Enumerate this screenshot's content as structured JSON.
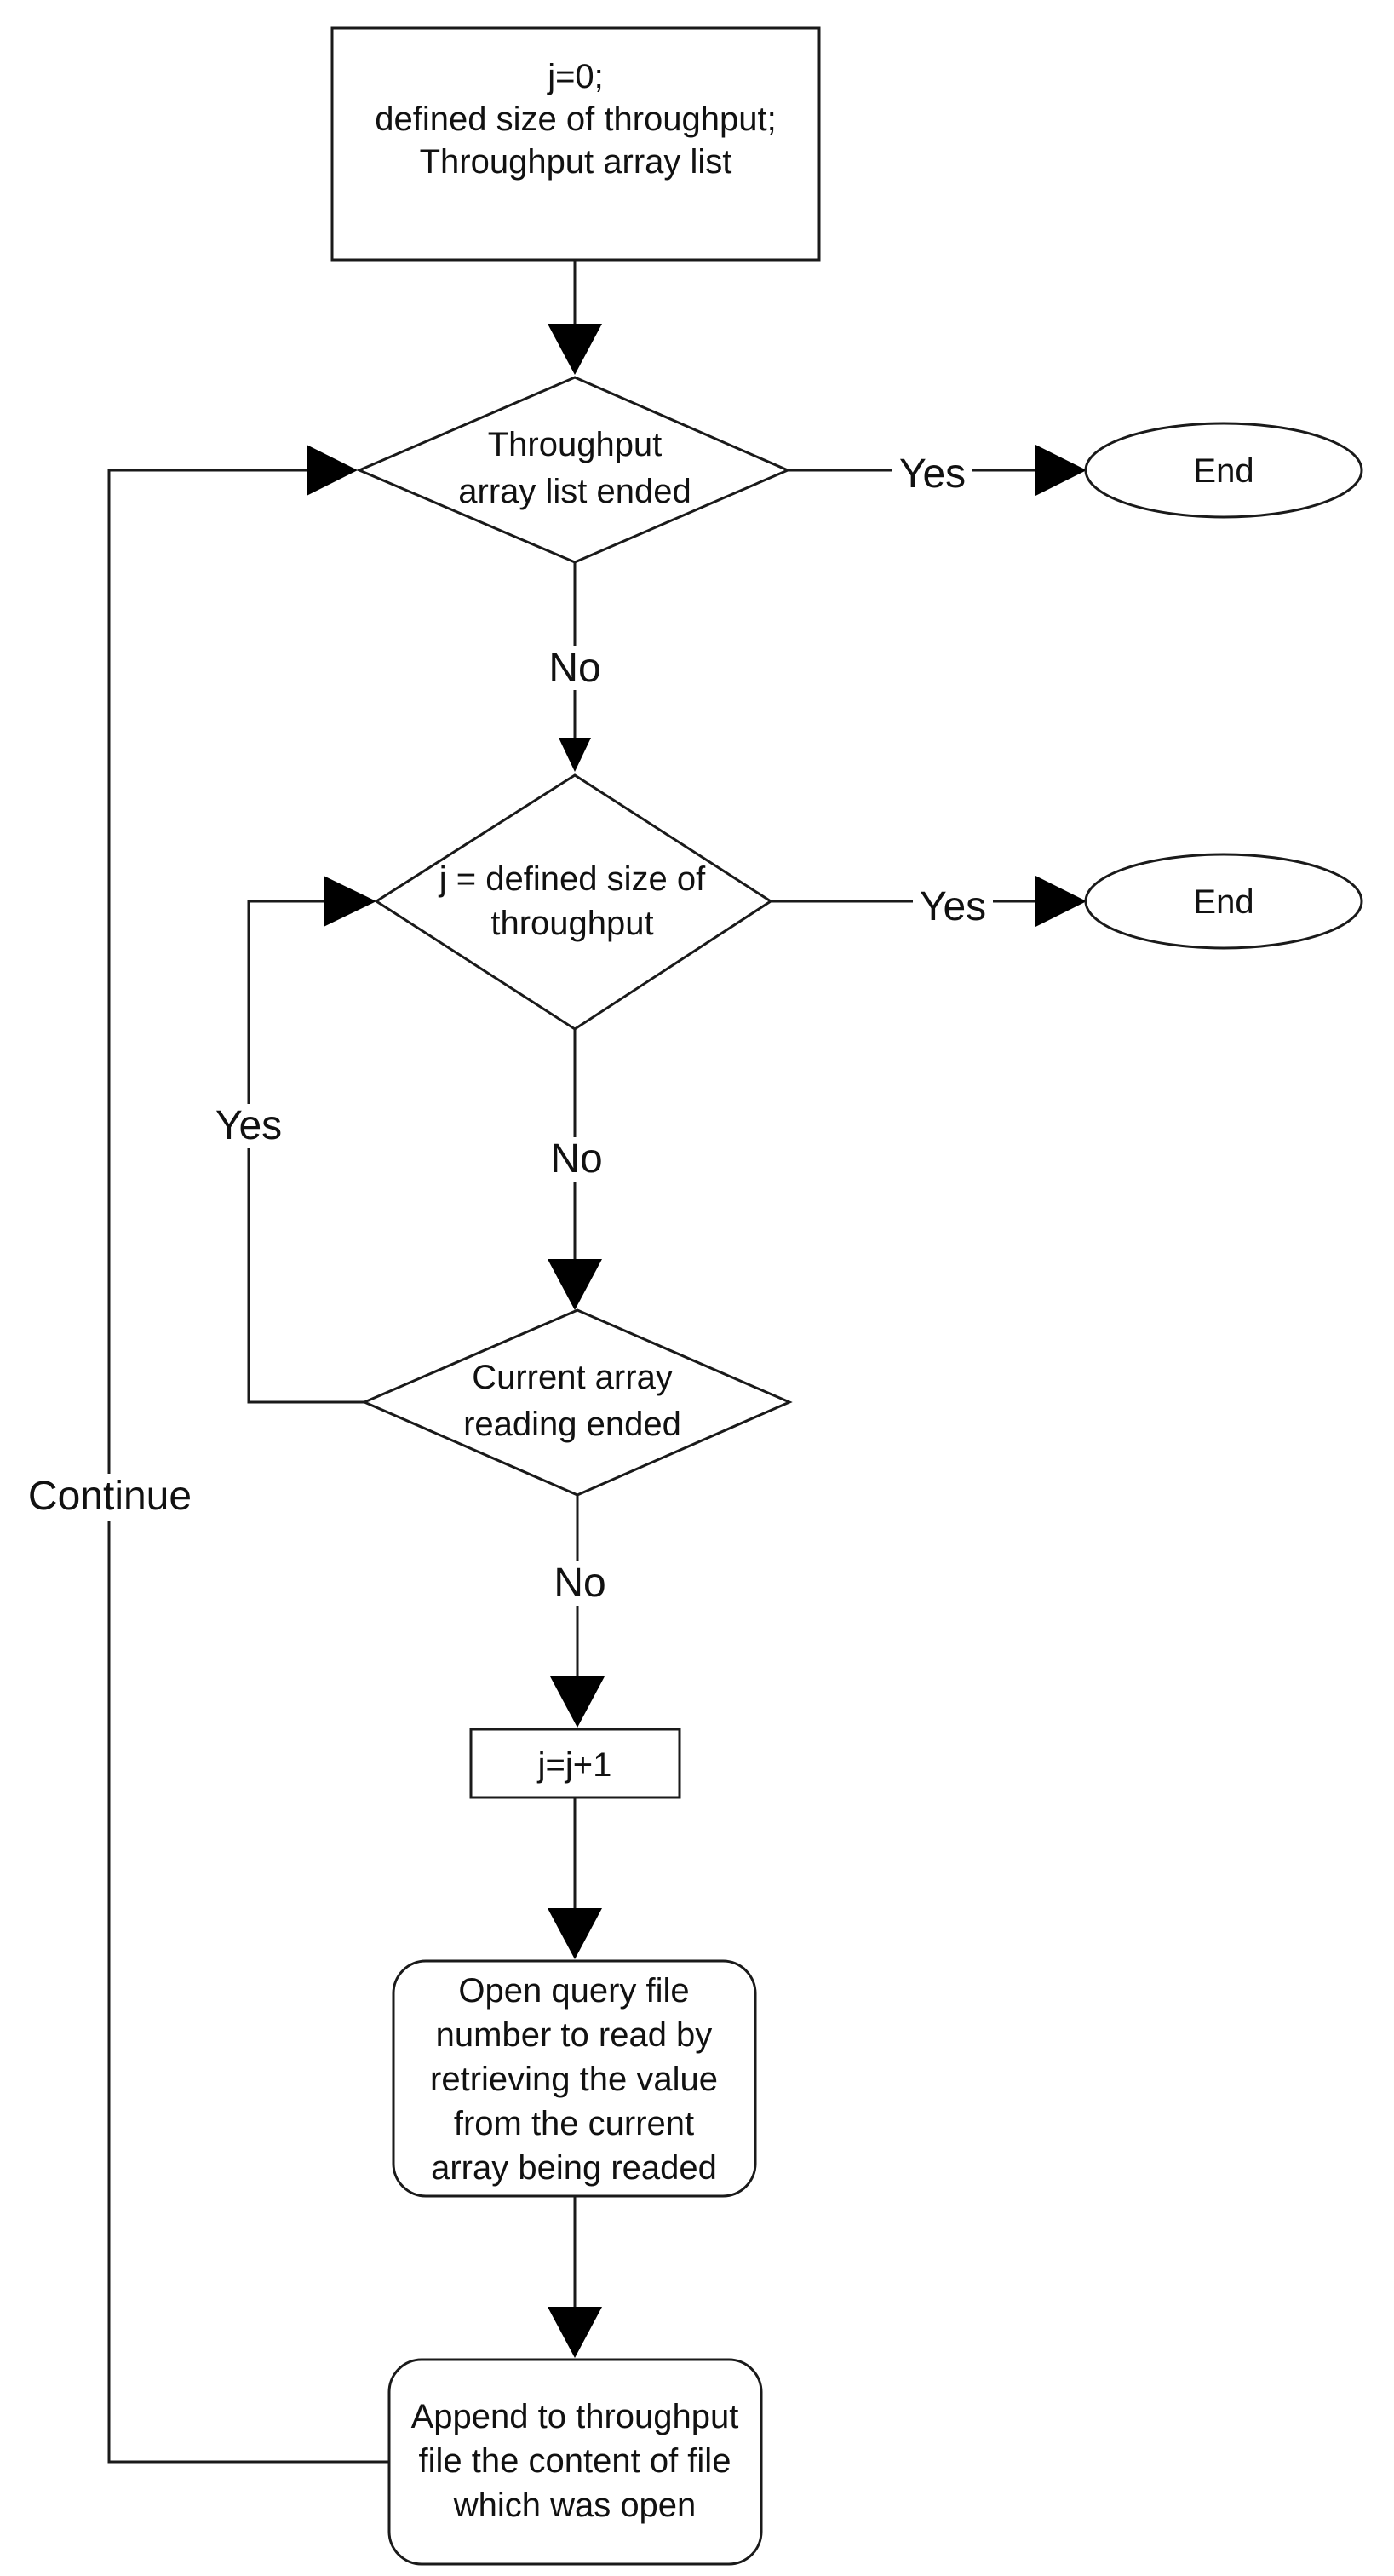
{
  "nodes": {
    "init": {
      "lines": [
        "j=0;",
        "defined size of throughput;",
        "Throughput array list"
      ]
    },
    "decision_list_ended": {
      "lines": [
        "Throughput",
        "array list ended"
      ]
    },
    "end_1": {
      "lines": [
        "End"
      ]
    },
    "decision_j_size": {
      "lines": [
        "j = defined size of",
        "throughput"
      ]
    },
    "end_2": {
      "lines": [
        "End"
      ]
    },
    "decision_array_ended": {
      "lines": [
        "Current array",
        "reading ended"
      ]
    },
    "increment": {
      "lines": [
        "j=j+1"
      ]
    },
    "open_file": {
      "lines": [
        "Open query file",
        "number to read by",
        "retrieving the value",
        "from the current",
        "array being readed"
      ]
    },
    "append": {
      "lines": [
        "Append to throughput",
        "file the content of file",
        "which was open"
      ]
    }
  },
  "edge_labels": {
    "list_ended_yes": "Yes",
    "list_ended_no": "No",
    "j_size_yes": "Yes",
    "j_size_no": "No",
    "array_ended_yes": "Yes",
    "array_ended_no": "No",
    "continue": "Continue"
  }
}
